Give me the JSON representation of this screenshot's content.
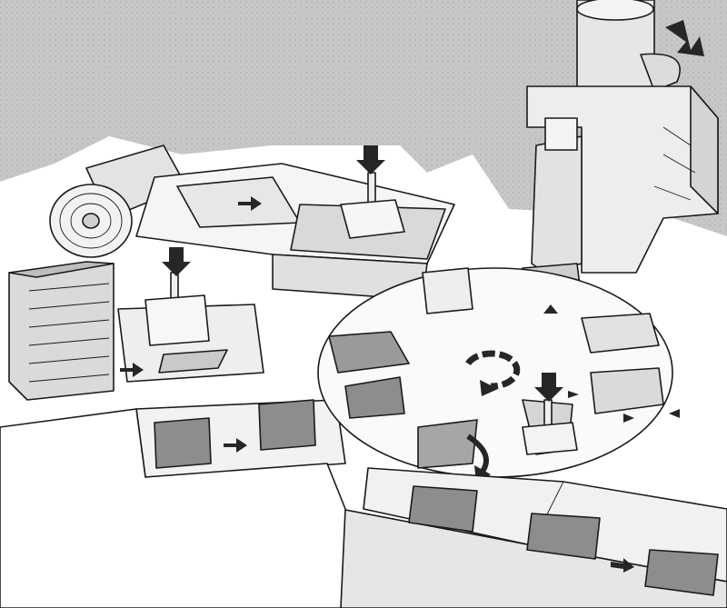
{
  "colors": {
    "backdrop": "#c7c7c7",
    "floor": "#ffffff",
    "surface_light": "#ececec",
    "surface_mid": "#cfcfcf",
    "product_dark": "#8d8d8d",
    "outline": "#1a1a1a",
    "arrow": "#262626"
  },
  "icons": {
    "flow_arrow": "solid-black-arrow",
    "rotation": "circular-rotation-arrow",
    "film_roll": "film-roll-cylinder"
  }
}
